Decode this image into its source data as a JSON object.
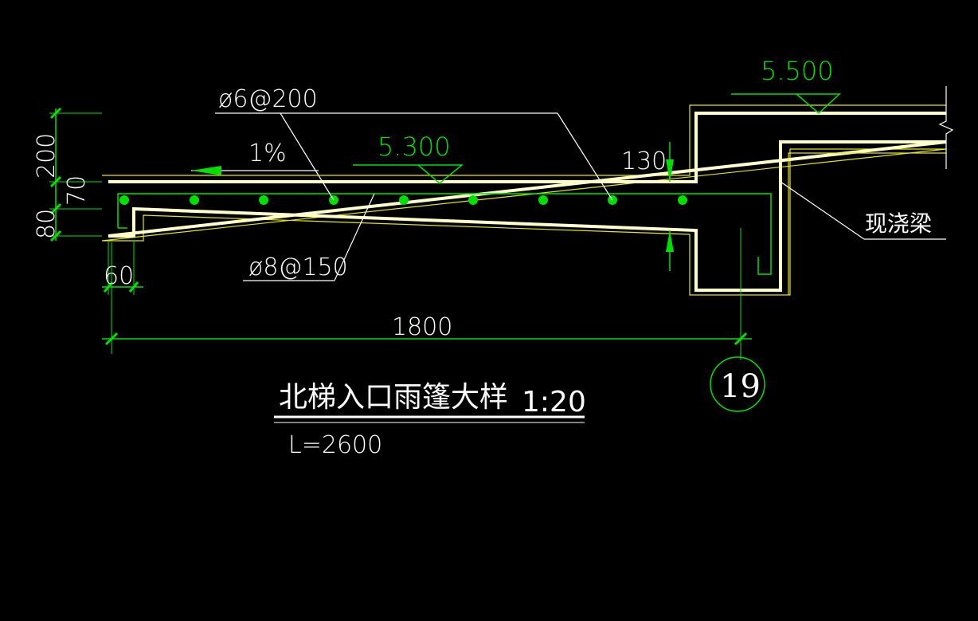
{
  "drawing": {
    "title": "北梯入口雨篷大样",
    "scale": "1:20",
    "length_note": "L=2600",
    "detail_number": "19"
  },
  "elevations": {
    "top": "5.500",
    "slab": "5.300"
  },
  "rebar": {
    "distribution": "ø6@200",
    "main": "ø8@150"
  },
  "slope": "1%",
  "beam_label": "现浇梁",
  "dimensions": {
    "overall_width": "1800",
    "edge_thickness": "60",
    "thickness_130": "130",
    "left_stack": [
      "200",
      "70",
      "80"
    ]
  },
  "colors": {
    "background": "#000000",
    "concrete_outline": "#ffffcc",
    "offset_line": "#e6e600",
    "rebar": "#00e000",
    "dimension": "#00e000",
    "text": "#ffffff"
  }
}
